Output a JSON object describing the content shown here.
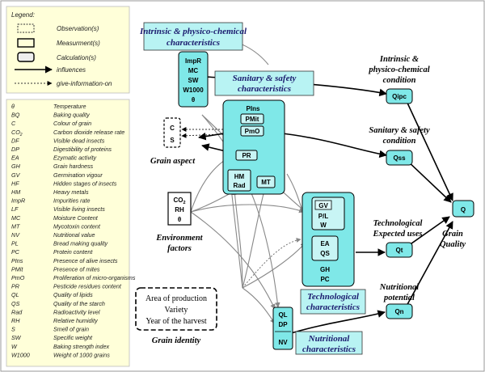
{
  "legend": {
    "title": "Legend:",
    "items": [
      "Observation(s)",
      "Measurment(s)",
      "Calculation(s)",
      "influences",
      "give-information-on"
    ]
  },
  "abbreviations": [
    {
      "code": "θ",
      "desc": "Temperature"
    },
    {
      "code": "BQ",
      "desc": "Baking quality"
    },
    {
      "code": "C",
      "desc": "Colour of grain"
    },
    {
      "code": "CO2",
      "desc": "Carbon dioxide release rate"
    },
    {
      "code": "DF",
      "desc": "Visible dead insects"
    },
    {
      "code": "DP",
      "desc": "Digestibility of proteins"
    },
    {
      "code": "EA",
      "desc": "Ezymatic activity"
    },
    {
      "code": "GH",
      "desc": "Grain hardness"
    },
    {
      "code": "GV",
      "desc": "Germination vigour"
    },
    {
      "code": "HF",
      "desc": "Hidden stages of insects"
    },
    {
      "code": "HM",
      "desc": "Heavy metals"
    },
    {
      "code": "ImpR",
      "desc": "Impurities rate"
    },
    {
      "code": "LF",
      "desc": "Visible living insects"
    },
    {
      "code": "MC",
      "desc": "Moisture Content"
    },
    {
      "code": "MT",
      "desc": "Mycotoxin content"
    },
    {
      "code": "NV",
      "desc": "Nutritional value"
    },
    {
      "code": "PL",
      "desc": "Bread making quality"
    },
    {
      "code": "PC",
      "desc": "Protein content"
    },
    {
      "code": "PIns",
      "desc": "Presence of alive insects"
    },
    {
      "code": "PMit",
      "desc": "Presence of mites"
    },
    {
      "code": "PmO",
      "desc": "Proliferation of micro-organisms"
    },
    {
      "code": "PR",
      "desc": "Pesticide residues content"
    },
    {
      "code": "QL",
      "desc": "Quality of lipids"
    },
    {
      "code": "QS",
      "desc": "Quality of the starch"
    },
    {
      "code": "Rad",
      "desc": "Radioactivity level"
    },
    {
      "code": "RH",
      "desc": "Relative humidity"
    },
    {
      "code": "S",
      "desc": "Smell of grain"
    },
    {
      "code": "SW",
      "desc": "Specific weight"
    },
    {
      "code": "W",
      "desc": "Baking strength index"
    },
    {
      "code": "W1000",
      "desc": "Weight of 1000 grains"
    }
  ],
  "headers": {
    "intrinsic": "Intrinsic & physico-chemical characteristics",
    "sanitary": "Sanitary & safety characteristics",
    "technological": "Technological characteristics",
    "nutritional": "Nutritional characteristics"
  },
  "boxes": {
    "intrinsic_list": [
      "ImpR",
      "MC",
      "SW",
      "W1000",
      "θ"
    ],
    "sanitary_top": "PIns",
    "pmit": "PMit",
    "pmo": "PmO",
    "pr": "PR",
    "hm_rad": [
      "HM",
      "Rad"
    ],
    "mt": "MT",
    "grain_aspect_items": [
      "C",
      "S"
    ],
    "environment_items": [
      "CO2",
      "RH",
      "θ"
    ],
    "tech_top": [
      "GV",
      "P/L",
      "W"
    ],
    "tech_mid": [
      "EA",
      "QS"
    ],
    "tech_bottom": [
      "GH",
      "PC"
    ],
    "nutri": [
      "QL",
      "DP",
      "NV"
    ],
    "identity_items": [
      "Area of production",
      "Variety",
      "Year of the harvest"
    ]
  },
  "labels": {
    "grain_aspect": "Grain aspect",
    "environment": "Environment factors",
    "grain_identity": "Grain identity",
    "intrinsic_condition": "Intrinsic & physico-chemical condition",
    "sanitary_condition": "Sanitary & safety condition",
    "expected_uses": "Technological Expected uses",
    "nutritional_potential": "Nutritional potential",
    "grain_quality": "Grain Quality"
  },
  "outputs": {
    "qipc": "Qipc",
    "qss": "Qss",
    "qt": "Qt",
    "qn": "Qn",
    "q": "Q"
  },
  "colors": {
    "cyan": "#7fe8e8",
    "light_cyan": "#b8f3f3",
    "legend_bg": "#ffffd9",
    "header_text": "#1a1a6e"
  }
}
